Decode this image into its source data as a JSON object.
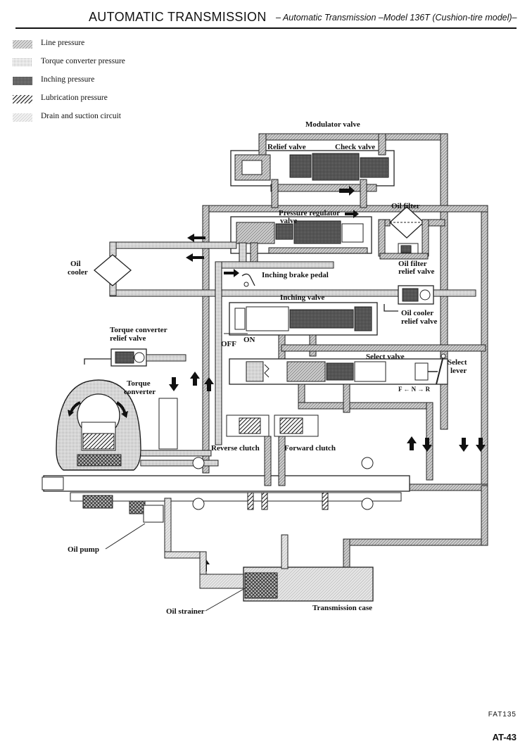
{
  "header": {
    "title": "AUTOMATIC TRANSMISSION",
    "subtitle": "– Automatic Transmission –Model 136T (Cushion-tire model)–"
  },
  "legend": [
    {
      "label": "Line pressure",
      "pattern": "line-pressure"
    },
    {
      "label": "Torque converter pressure",
      "pattern": "tc-pressure"
    },
    {
      "label": "Inching pressure",
      "pattern": "inching-pressure"
    },
    {
      "label": "Lubrication pressure",
      "pattern": "lube-pressure"
    },
    {
      "label": "Drain and suction circuit",
      "pattern": "drain-circuit"
    }
  ],
  "labels": {
    "modulator_valve": "Modulator valve",
    "relief_valve": "Relief valve",
    "check_valve": "Check valve",
    "pressure_regulator_valve_1": "Pressure regulator",
    "pressure_regulator_valve_2": "valve",
    "oil_filter": "Oil filter",
    "oil_filter_relief_1": "Oil filter",
    "oil_filter_relief_2": "relief valve",
    "oil_cooler_1": "Oil",
    "oil_cooler_2": "cooler",
    "inching_brake_pedal": "Inching brake pedal",
    "inching_valve": "Inching valve",
    "oil_cooler_relief_1": "Oil cooler",
    "oil_cooler_relief_2": "relief valve",
    "off": "OFF",
    "on": "ON",
    "tc_relief_1": "Torque converter",
    "tc_relief_2": "relief valve",
    "select_valve": "Select valve",
    "select_lever_1": "Select",
    "select_lever_2": "lever",
    "f_n_r": "F ←  N  → R",
    "torque_converter_1": "Torque",
    "torque_converter_2": "converter",
    "reverse_clutch": "Reverse clutch",
    "forward_clutch": "Forward clutch",
    "oil_pump": "Oil pump",
    "oil_strainer": "Oil strainer",
    "transmission_case": "Transmission case"
  },
  "footer": {
    "figure_code": "FAT135",
    "page": "AT-43"
  }
}
